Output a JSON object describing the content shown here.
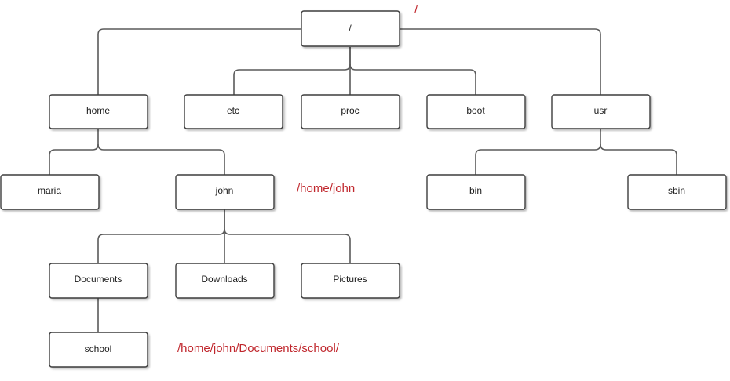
{
  "tree": {
    "root": {
      "label": "/"
    },
    "level1": {
      "home": {
        "label": "home"
      },
      "etc": {
        "label": "etc"
      },
      "proc": {
        "label": "proc"
      },
      "boot": {
        "label": "boot"
      },
      "usr": {
        "label": "usr"
      }
    },
    "level2": {
      "maria": {
        "label": "maria"
      },
      "john": {
        "label": "john"
      },
      "bin": {
        "label": "bin"
      },
      "sbin": {
        "label": "sbin"
      }
    },
    "level3": {
      "documents": {
        "label": "Documents"
      },
      "downloads": {
        "label": "Downloads"
      },
      "pictures": {
        "label": "Pictures"
      }
    },
    "level4": {
      "school": {
        "label": "school"
      }
    }
  },
  "annotations": {
    "root_path": "/",
    "john_path": "/home/john",
    "school_path": "/home/john/Documents/school/"
  },
  "colors": {
    "annotation": "#c0272d",
    "box_border": "#3c3c3c",
    "connector": "#5a5a5a"
  }
}
